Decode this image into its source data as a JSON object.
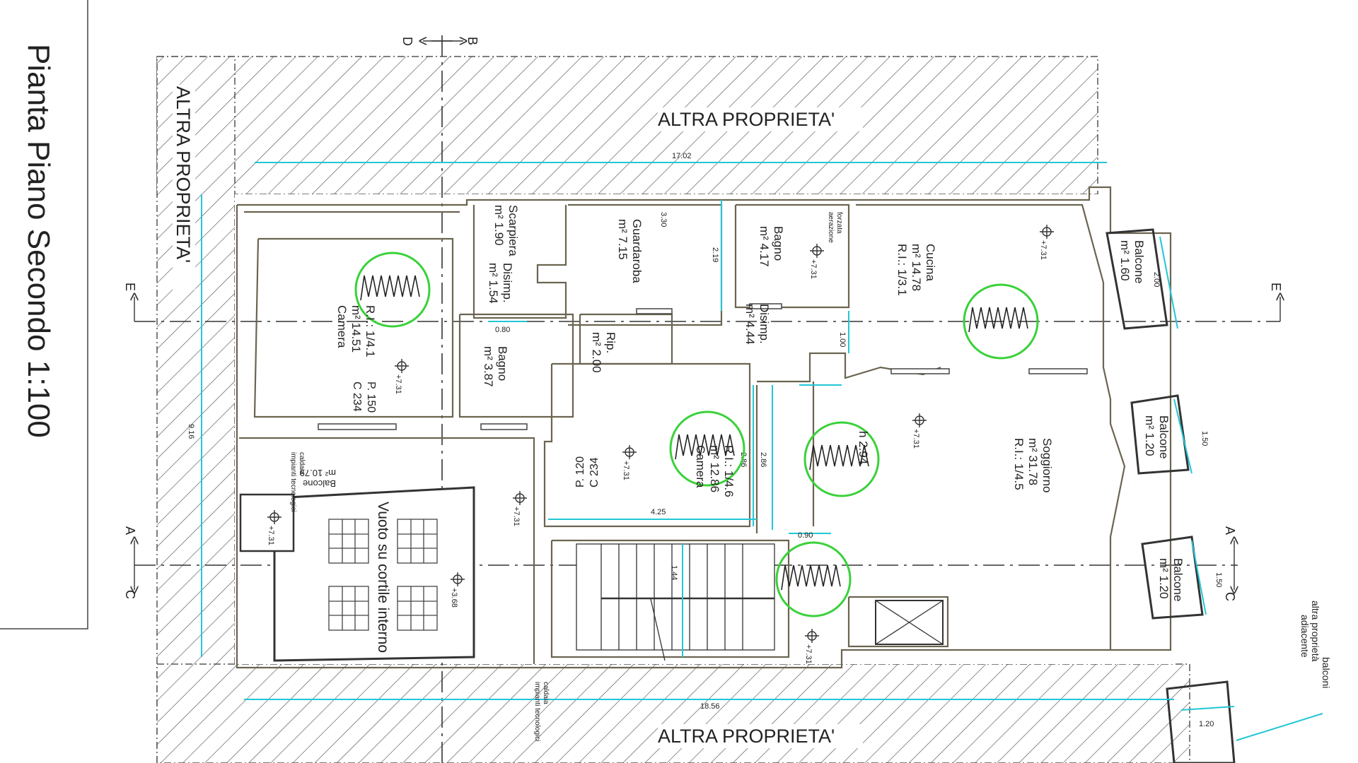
{
  "title": "Pianta Piano Secondo 1:100",
  "neighbors": {
    "top": "ALTRA PROPRIETA'",
    "bottom": "ALTRA PROPRIETA'",
    "left": "ALTRA PROPRIETA'",
    "balconi_note": [
      "balconi",
      "altra proprietà",
      "adiacente"
    ]
  },
  "sections": {
    "a": "A",
    "b": "B",
    "c": "C",
    "d": "D",
    "e": "E"
  },
  "rooms": [
    {
      "id": "camera1",
      "lines": [
        "Camera",
        "m² 14.51",
        "R.I.: 1/4.1"
      ]
    },
    {
      "id": "scarpiera",
      "lines": [
        "Scarpiera",
        "m² 1.90"
      ]
    },
    {
      "id": "disimp1",
      "lines": [
        "Disimp.",
        "m² 1.54"
      ]
    },
    {
      "id": "guardaroba",
      "lines": [
        "Guardaroba",
        "m² 7.15"
      ]
    },
    {
      "id": "bagno1",
      "lines": [
        "Bagno",
        "m² 4.17"
      ]
    },
    {
      "id": "cucina",
      "lines": [
        "Cucina",
        "m² 14.78",
        "R.I.: 1/3.1"
      ]
    },
    {
      "id": "bagno2",
      "lines": [
        "Bagno",
        "m² 3.87"
      ]
    },
    {
      "id": "rip",
      "lines": [
        "Rip.",
        "m² 2.00"
      ]
    },
    {
      "id": "disimp2",
      "lines": [
        "Disimp.",
        "m² 4.44"
      ]
    },
    {
      "id": "camera2",
      "lines": [
        "Camera",
        "m² 12.86",
        "R.I.: 1/4.6"
      ]
    },
    {
      "id": "soggiorno",
      "lines": [
        "Soggiorno",
        "m² 31.78",
        "R.I.: 1/4.5"
      ]
    },
    {
      "id": "balcone1",
      "lines": [
        "Balcone",
        "m² 1.60"
      ]
    },
    {
      "id": "balcone2",
      "lines": [
        "Balcone",
        "m² 1.20"
      ]
    },
    {
      "id": "balcone3",
      "lines": [
        "Balcone",
        "m² 1.20"
      ]
    },
    {
      "id": "balcone4",
      "lines": [
        "Balcone",
        "m² 10.79"
      ]
    },
    {
      "id": "vuoto",
      "lines": [
        "Vuoto su cortile interno"
      ]
    }
  ],
  "notes": {
    "aerazione": [
      "aerazione",
      "forzata"
    ],
    "impianti_top": [
      "impianti tecnologici",
      "caldaia"
    ],
    "impianti_bottom": [
      "impianti tecnologici",
      "caldaia"
    ],
    "h_soggiorno": "h 2.94",
    "door_p1": [
      "P. 150",
      "C 234"
    ],
    "door_p2": [
      "P. 120",
      "C 234"
    ]
  },
  "elevations": {
    "e731": "+7.31",
    "e368": "+3.68"
  },
  "dimensions": {
    "d1702": "17.02",
    "d1856": "18.56",
    "d916": "9.16",
    "d330": "3.30",
    "d219": "2.19",
    "d200": "2.00",
    "d150a": "1.50",
    "d150b": "1.50",
    "d286a": "2.86",
    "d286b": "2.86",
    "d425": "4.25",
    "d080": "0.80",
    "d090": "0.90",
    "d100": "1.00",
    "d120": "1.20",
    "d144": "1.44"
  }
}
